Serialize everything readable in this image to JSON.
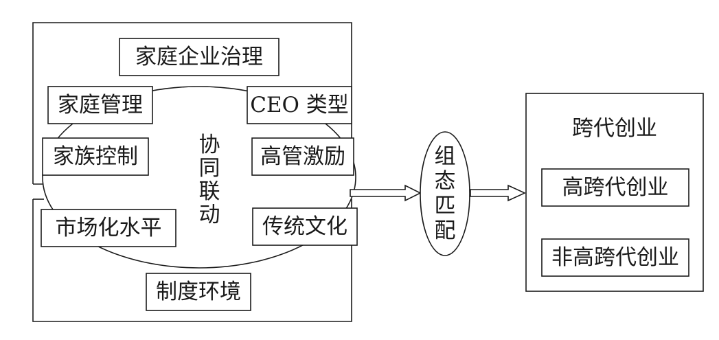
{
  "firm_governance": {
    "title": "家庭企业治理"
  },
  "factors": {
    "family_management": "家庭管理",
    "ceo_type": "CEO 类型",
    "family_control": "家族控制",
    "executive_incentive": "高管激励",
    "marketization": "市场化水平",
    "traditional_culture": "传统文化"
  },
  "institutional_environment": {
    "title": "制度环境"
  },
  "synergy": {
    "label": [
      "协",
      "同",
      "联",
      "动"
    ]
  },
  "configuration": {
    "label": [
      "组",
      "态",
      "匹",
      "配"
    ]
  },
  "entrepreneurship": {
    "title": "跨代创业",
    "high": "高跨代创业",
    "non_high": "非高跨代创业"
  },
  "colors": {
    "stroke": "#1a1a1a",
    "fill": "#ffffff"
  }
}
